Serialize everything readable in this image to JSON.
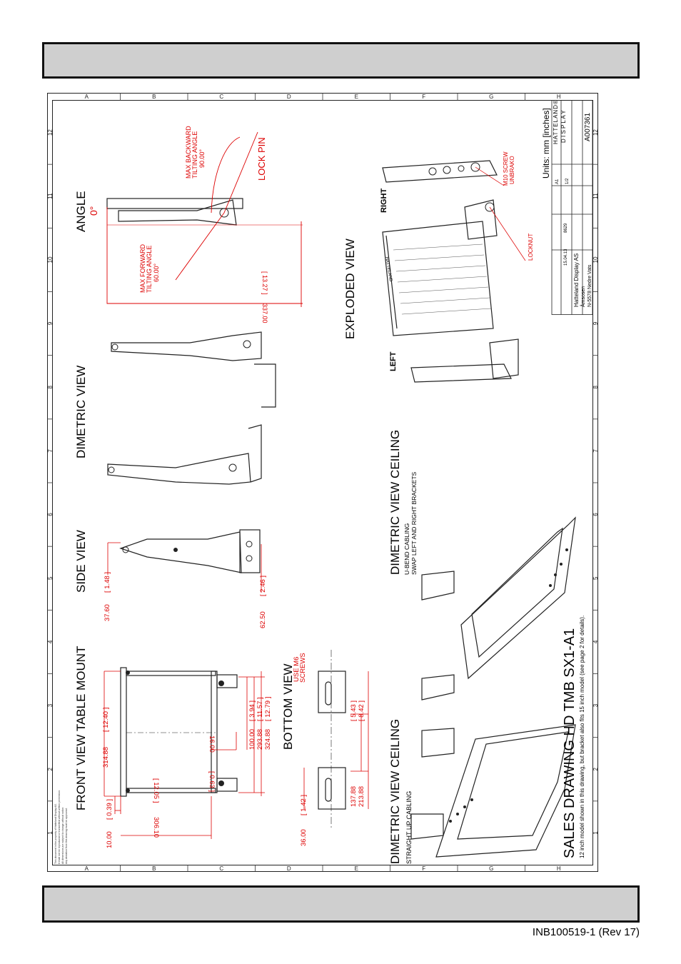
{
  "doc_ref": "INB100519-1 (Rev 17)",
  "grid": {
    "rows": [
      "A",
      "B",
      "C",
      "D",
      "E",
      "F",
      "G",
      "H"
    ],
    "cols": [
      "1",
      "2",
      "3",
      "4",
      "5",
      "6",
      "7",
      "8",
      "9",
      "10",
      "11",
      "12"
    ]
  },
  "views": {
    "front": "FRONT VIEW TABLE MOUNT",
    "side": "SIDE VIEW",
    "dimetric": "DIMETRIC VIEW",
    "angle": "ANGLE",
    "bottom": "BOTTOM VIEW",
    "ceiling_straight": "DIMETRIC VIEW CEILING",
    "ceiling_straight_note": "STRAIGHT UP CABLING",
    "ceiling_ubend": "DIMETRIC VIEW CEILING",
    "ceiling_ubend_note1": "U-BEND CABLING",
    "ceiling_ubend_note2": "SWAP LEFT AND RIGHT BRACKETS",
    "exploded": "EXPLODED VIEW"
  },
  "angle_labels": {
    "zero": "0°",
    "lock_pin": "LOCK PIN",
    "max_backward_1": "MAX BACKWARD",
    "max_backward_2": "TILTING ANGLE",
    "max_backward_3": "90.00°",
    "max_forward_1": "MAX FORWARD",
    "max_forward_2": "TILTING ANGLE",
    "max_forward_3": "60.00°",
    "dim_337": "337.00",
    "dim_337_in": "[ 13.27 ]"
  },
  "front_dims": {
    "d314": "314.88",
    "d314_in": "[ 12.40 ]",
    "d10": "10.00",
    "d10_in": "[ 0.39 ]",
    "d306": "306.10",
    "d306_in": "[ 12.05 ]",
    "d16": "16.00",
    "d16_in": "[ 0.63 ]",
    "d100": "100.00",
    "d100_in": "[ 3.94 ]",
    "d293": "293.88",
    "d293_in": "[ 11.57 ]",
    "d324": "324.88",
    "d324_in": "[ 12.79 ]"
  },
  "side_dims": {
    "d37": "37.60",
    "d37_in": "[ 1.48 ]",
    "d62": "62.50",
    "d62_in": "[ 2.46 ]"
  },
  "bottom_dims": {
    "use_m6_1": "USE M6",
    "use_m6_2": "SCREWS",
    "d36": "36.00",
    "d36_in": "[ 1.42 ]",
    "d137": "137.88",
    "d213": "213.88",
    "d137_in": "[ 5.43 ]",
    "d213_in": "[ 8.42 ]"
  },
  "exploded_labels": {
    "right": "RIGHT",
    "left": "LEFT",
    "m10_1": "M10 SCREW",
    "m10_2": "UNBRAKO",
    "locknut": "LOCKNUT",
    "brand": "HATTELAND"
  },
  "title_main": "SALES DRAWING HD TMB SX1-A1",
  "title_note": "12 inch model shown in this drawing, but bracket also fits 15 inch model (see page 2 for details).",
  "units": "Units: mm [inches]",
  "title_block": {
    "logo_1": "HATTELAND®",
    "logo_2": "D I S P L A Y",
    "drawing_no": "A007361",
    "date": "15.04.13",
    "ref": "8629",
    "company": "Hatteland Display AS",
    "address_1": "Åmsosen",
    "address_2": "N-5578 Nedre Vats",
    "sheet": "1/2",
    "size": "A1"
  },
  "fine_print": [
    "This document is the property of Hatteland Display AS.",
    "It shall not be reproduced or transmitted without written permission.",
    "All dimensions are subject to change without notice.",
    "Any deviation from this drawing must be approved."
  ]
}
